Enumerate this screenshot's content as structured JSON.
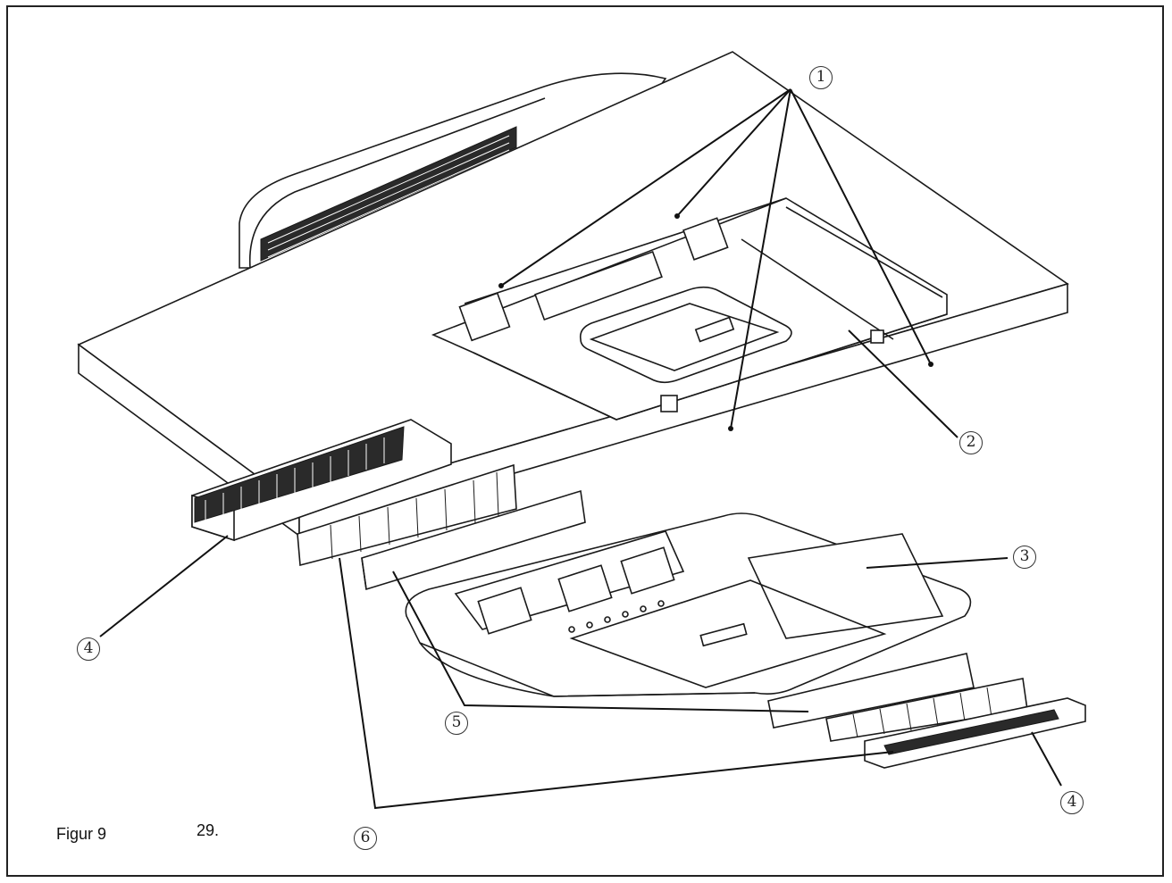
{
  "figure": {
    "caption_label": "Figur 9",
    "caption_page": "29."
  },
  "callouts": [
    {
      "id": "1",
      "label": "1"
    },
    {
      "id": "2",
      "label": "2"
    },
    {
      "id": "3",
      "label": "3"
    },
    {
      "id": "4a",
      "label": "4"
    },
    {
      "id": "4b",
      "label": "4"
    },
    {
      "id": "5",
      "label": "5"
    },
    {
      "id": "6",
      "label": "6"
    }
  ],
  "colors": {
    "line": "#1a1a1a",
    "background": "#ffffff",
    "border": "#222222"
  }
}
